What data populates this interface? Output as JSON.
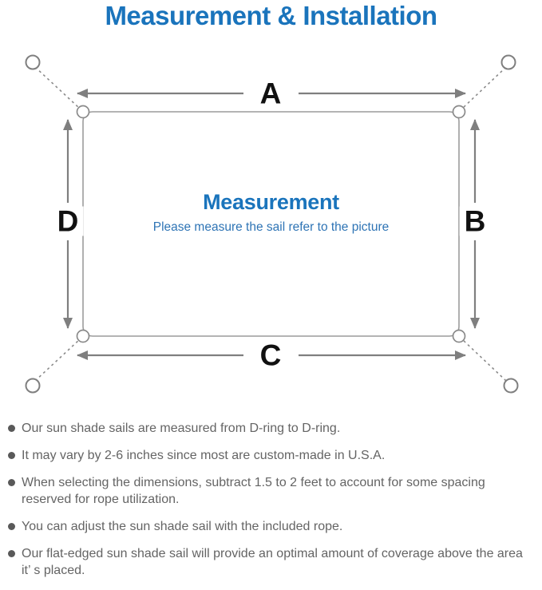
{
  "header": {
    "title": "Measurement & Installation"
  },
  "diagram": {
    "side_labels": {
      "top": "A",
      "right": "B",
      "bottom": "C",
      "left": "D"
    },
    "center_title": "Measurement",
    "center_subtitle": "Please measure the sail refer to the picture"
  },
  "notes": {
    "items": [
      {
        "text": "Our sun shade sails are measured from D-ring to D-ring."
      },
      {
        "text": "It may vary by 2-6 inches since most are custom-made in U.S.A."
      },
      {
        "text": "When selecting the dimensions, subtract 1.5 to 2 feet to account for some spacing reserved for rope utilization."
      },
      {
        "text": "You can adjust the sun shade sail with the included rope."
      },
      {
        "text": "Our flat-edged sun shade sail will provide an optimal amount of coverage above the area it’ s placed."
      }
    ]
  },
  "colors": {
    "accent_blue": "#1a74bc",
    "subtitle_blue": "#2e74b5",
    "line_gray": "#7f7f7f",
    "outline_gray": "#9c9c9c",
    "text_gray": "#646464",
    "label_black": "#111111"
  }
}
